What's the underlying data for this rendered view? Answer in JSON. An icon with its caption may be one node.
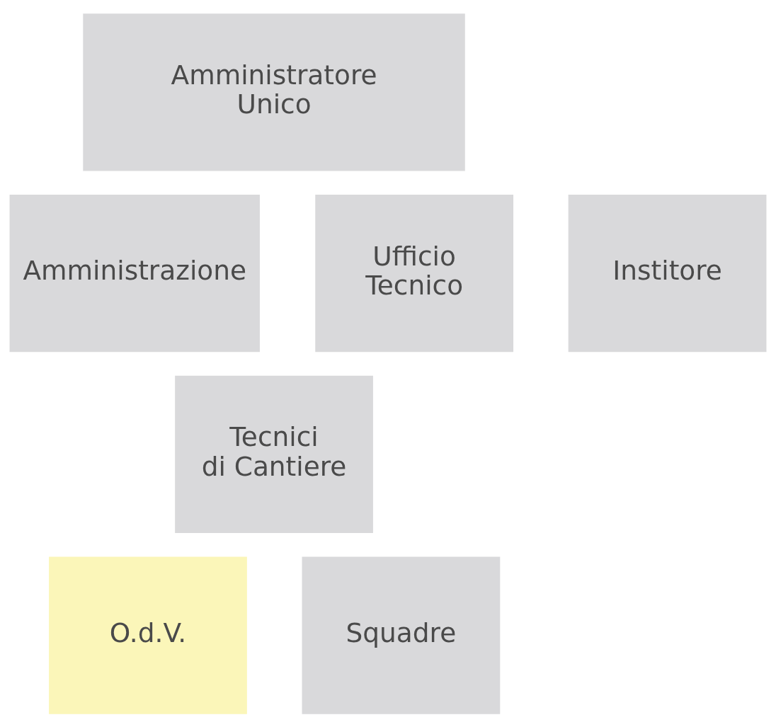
{
  "diagram": {
    "nodes": [
      {
        "text": [
          "Amministratore Unico"
        ]
      },
      {
        "text": [
          "Amministrazione"
        ]
      },
      {
        "text": [
          "Institore"
        ]
      },
      {
        "text": [
          "Ufficio Tecnico"
        ]
      },
      {
        "text": [
          "Tecnici di Cantiere"
        ]
      },
      {
        "text": [
          "O.d.V."
        ]
      },
      {
        "text": [
          "Squadre"
        ]
      }
    ],
    "edges": []
  }
}
